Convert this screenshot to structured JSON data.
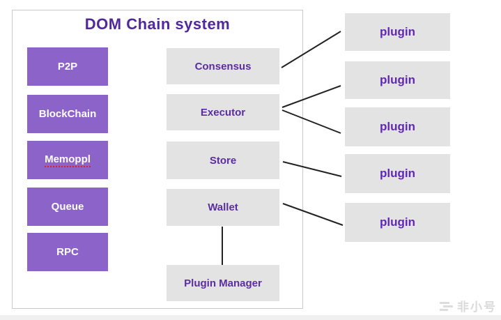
{
  "diagram": {
    "title": "DOM Chain system",
    "left_column": {
      "items": [
        {
          "label": "P2P"
        },
        {
          "label": "BlockChain"
        },
        {
          "label": "Memoppl",
          "spellcheck_underline": true
        },
        {
          "label": "Queue"
        },
        {
          "label": "RPC"
        }
      ]
    },
    "middle_column": {
      "items": [
        {
          "label": "Consensus"
        },
        {
          "label": "Executor"
        },
        {
          "label": "Store"
        },
        {
          "label": "Wallet"
        },
        {
          "label": "Plugin Manager"
        }
      ]
    },
    "right_column": {
      "items": [
        {
          "label": "plugin"
        },
        {
          "label": "plugin"
        },
        {
          "label": "plugin"
        },
        {
          "label": "plugin"
        },
        {
          "label": "plugin"
        }
      ]
    },
    "connections": [
      {
        "from": "Consensus",
        "to": "plugin-1"
      },
      {
        "from": "Executor",
        "to": "plugin-2"
      },
      {
        "from": "Executor",
        "to": "plugin-3"
      },
      {
        "from": "Store",
        "to": "plugin-4"
      },
      {
        "from": "Wallet",
        "to": "plugin-5"
      },
      {
        "from": "Wallet",
        "to": "Plugin Manager"
      }
    ],
    "colors": {
      "module_fill": "#8b63c9",
      "panel_fill": "#e3e3e3",
      "title_text": "#51279c",
      "panel_text": "#5b2da1",
      "plugin_text": "#6127b5",
      "connector_line": "#222222",
      "spellcheck_underline": "#dd2222"
    },
    "watermark": {
      "text": "非小号"
    }
  }
}
